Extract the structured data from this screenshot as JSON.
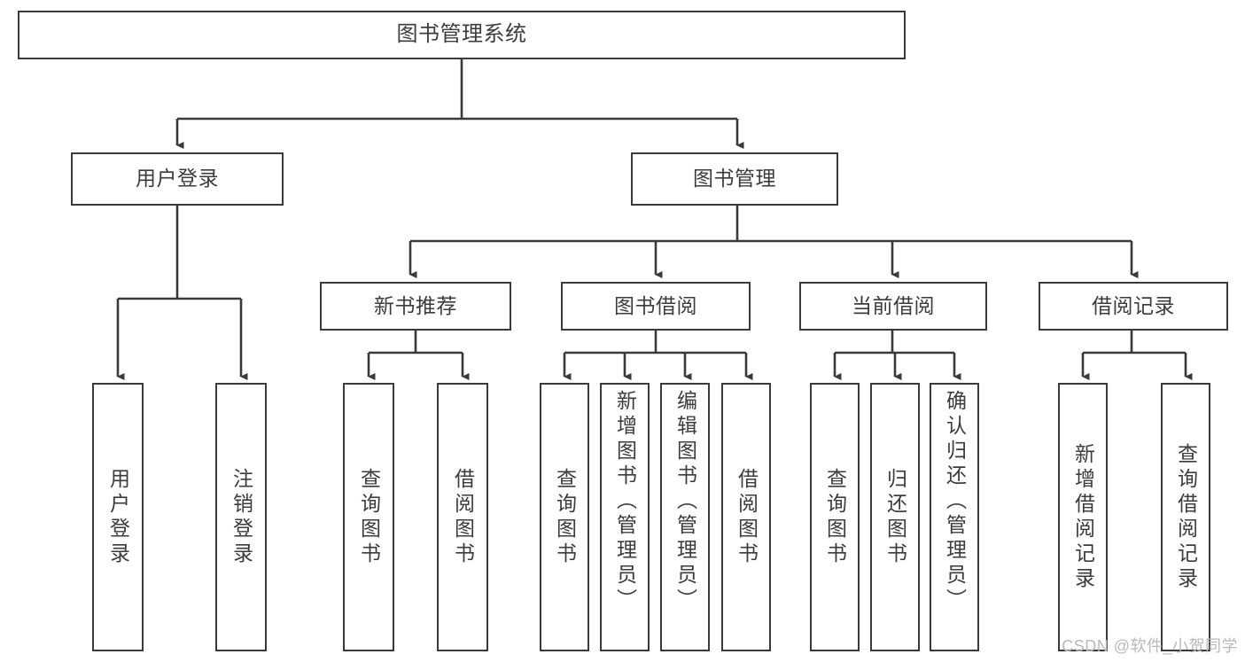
{
  "diagram": {
    "title": "图书管理系统",
    "type": "tree-hierarchy-diagram",
    "root": {
      "label": "图书管理系统"
    },
    "level2": [
      {
        "label": "用户登录"
      },
      {
        "label": "图书管理"
      }
    ],
    "level3": [
      {
        "label": "新书推荐"
      },
      {
        "label": "图书借阅"
      },
      {
        "label": "当前借阅"
      },
      {
        "label": "借阅记录"
      }
    ],
    "leaves": {
      "user_login": [
        {
          "label": "用户登录"
        },
        {
          "label": "注销登录"
        }
      ],
      "new_book_recommend": [
        {
          "label": "查询图书"
        },
        {
          "label": "借阅图书"
        }
      ],
      "book_borrow": [
        {
          "label": "查询图书"
        },
        {
          "label": "新增图书（管理员）"
        },
        {
          "label": "编辑图书（管理员）"
        },
        {
          "label": "借阅图书"
        }
      ],
      "current_borrow": [
        {
          "label": "查询图书"
        },
        {
          "label": "归还图书"
        },
        {
          "label": "确认归还（管理员）"
        }
      ],
      "borrow_record": [
        {
          "label": "新增借阅记录"
        },
        {
          "label": "查询借阅记录"
        }
      ]
    }
  },
  "watermark": {
    "text": "CSDN @软件_小贺同学"
  },
  "colors": {
    "stroke": "#3a3a3a",
    "text": "#3c3c3c",
    "background": "#ffffff",
    "watermark": "#b9b9b9"
  }
}
